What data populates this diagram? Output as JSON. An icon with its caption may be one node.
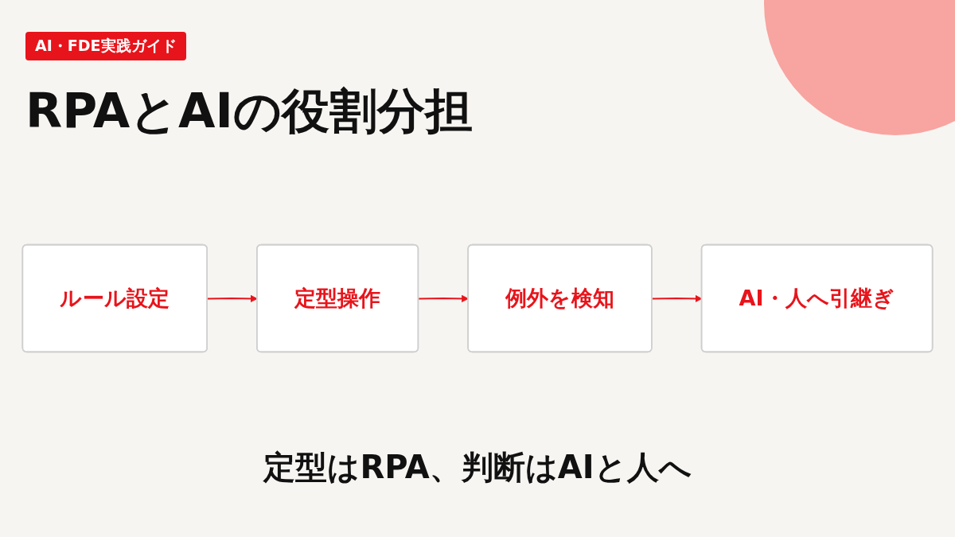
{
  "diagram": {
    "title": "RPAとAIの役割分担",
    "caption": "定型はRPA、判断はAIと人へ",
    "nodes": [
      {
        "text": [
          "ルール設定"
        ]
      },
      {
        "text": [
          "定型操作"
        ]
      },
      {
        "text": [
          "例外を検知"
        ]
      },
      {
        "text": [
          "AI・人へ引継ぎ"
        ]
      }
    ],
    "edges": [
      {
        "from": 0,
        "to": 1,
        "arrow": "to"
      },
      {
        "from": 1,
        "to": 2,
        "arrow": "to"
      },
      {
        "from": 2,
        "to": 3,
        "arrow": "to"
      }
    ],
    "labels": [
      "AI・FDE実践ガイド"
    ]
  }
}
